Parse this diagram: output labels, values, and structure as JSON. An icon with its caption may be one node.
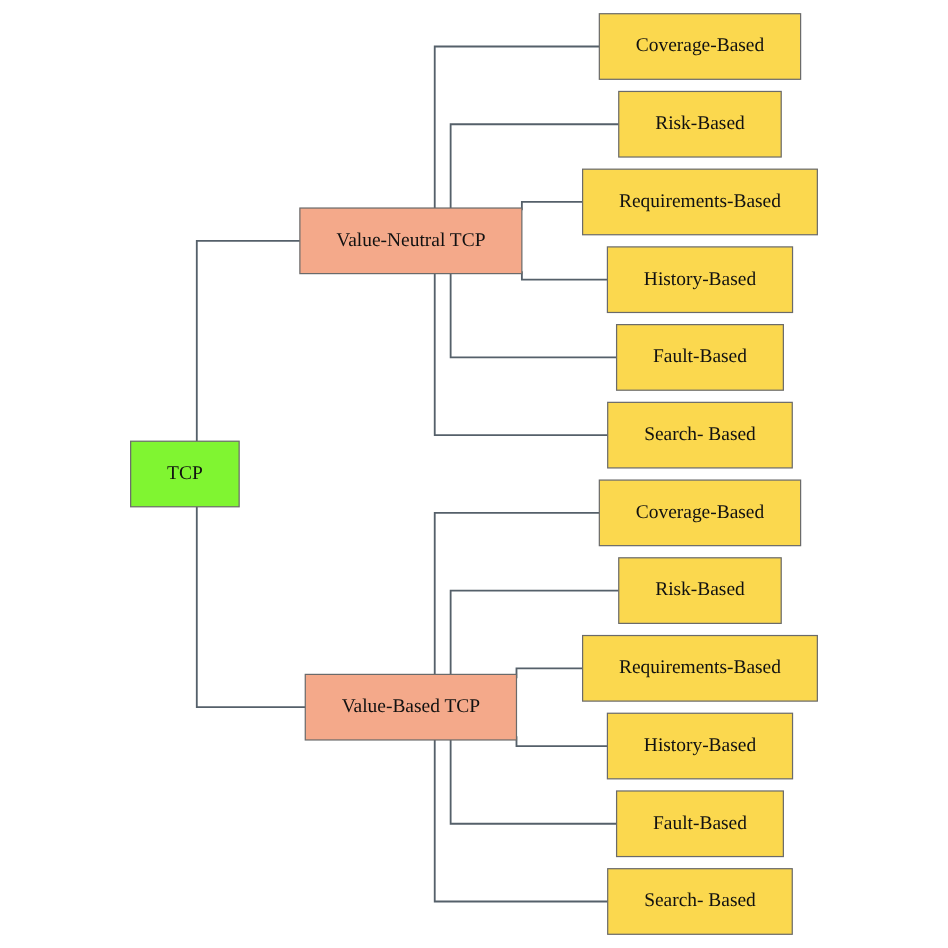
{
  "diagram": {
    "nodes": [
      {
        "text": [
          "TCP"
        ]
      },
      {
        "text": [
          "Value-Neutral TCP"
        ]
      },
      {
        "text": [
          "Value-Based TCP"
        ]
      },
      {
        "text": [
          "Coverage-Based"
        ]
      },
      {
        "text": [
          "Risk-Based"
        ]
      },
      {
        "text": [
          "Requirements-Based"
        ]
      },
      {
        "text": [
          "History-Based"
        ]
      },
      {
        "text": [
          "Fault-Based"
        ]
      },
      {
        "text": [
          "Search- Based"
        ]
      },
      {
        "text": [
          "Coverage-Based"
        ]
      },
      {
        "text": [
          "Risk-Based"
        ]
      },
      {
        "text": [
          "Requirements-Based"
        ]
      },
      {
        "text": [
          "History-Based"
        ]
      },
      {
        "text": [
          "Fault-Based"
        ]
      },
      {
        "text": [
          "Search- Based"
        ]
      }
    ],
    "edges": [
      {
        "from": 0,
        "to": 1,
        "arrow": "none"
      },
      {
        "from": 0,
        "to": 2,
        "arrow": "none"
      },
      {
        "from": 1,
        "to": 3,
        "arrow": "none"
      },
      {
        "from": 1,
        "to": 4,
        "arrow": "none"
      },
      {
        "from": 1,
        "to": 5,
        "arrow": "none"
      },
      {
        "from": 1,
        "to": 6,
        "arrow": "none"
      },
      {
        "from": 1,
        "to": 7,
        "arrow": "none"
      },
      {
        "from": 1,
        "to": 8,
        "arrow": "none"
      },
      {
        "from": 2,
        "to": 9,
        "arrow": "none"
      },
      {
        "from": 2,
        "to": 10,
        "arrow": "none"
      },
      {
        "from": 2,
        "to": 11,
        "arrow": "none"
      },
      {
        "from": 2,
        "to": 12,
        "arrow": "none"
      },
      {
        "from": 2,
        "to": 13,
        "arrow": "none"
      },
      {
        "from": 2,
        "to": 14,
        "arrow": "none"
      }
    ]
  }
}
